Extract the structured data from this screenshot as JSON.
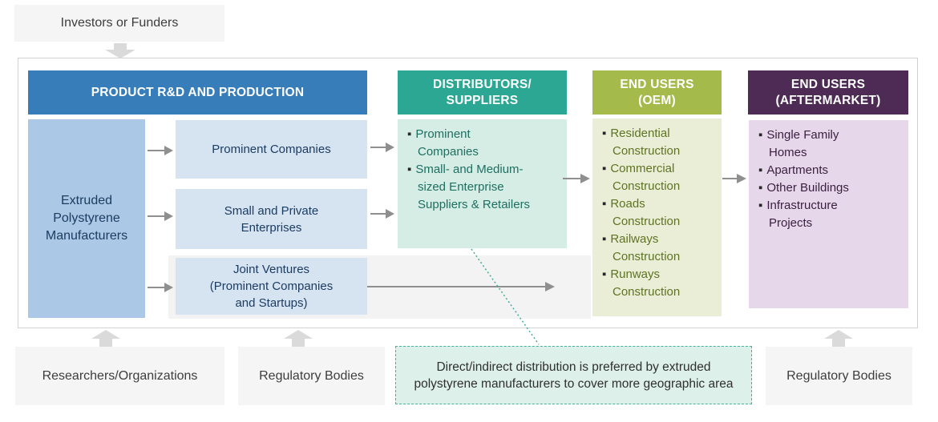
{
  "top": {
    "investors_label": "Investors or Funders"
  },
  "columns": {
    "production": {
      "header": "PRODUCT R&D AND PRODUCTION",
      "manufacturer": "Extruded\nPolystyrene\nManufacturers",
      "entities": [
        "Prominent Companies",
        "Small and Private\nEnterprises",
        "Joint Ventures\n(Prominent Companies\nand Startups)"
      ]
    },
    "distributors": {
      "header_line1": "DISTRIBUTORS/",
      "header_line2": "SUPPLIERS",
      "items": [
        "Prominent\nCompanies",
        "Small- and Medium-\nsized Enterprise\nSuppliers & Retailers"
      ]
    },
    "oem": {
      "header_line1": "END USERS",
      "header_line2": "(OEM)",
      "items": [
        "Residential\nConstruction",
        "Commercial\nConstruction",
        "Roads\nConstruction",
        "Railways\nConstruction",
        "Runways\nConstruction"
      ]
    },
    "aftermarket": {
      "header_line1": "END USERS",
      "header_line2": "(AFTERMARKET)",
      "items": [
        "Single Family\nHomes",
        "Apartments",
        "Other Buildings",
        "Infrastructure\nProjects"
      ]
    }
  },
  "bottom": {
    "researchers_label": "Researchers/Organizations",
    "regulatory_label": "Regulatory Bodies",
    "regulatory_right_label": "Regulatory Bodies",
    "note": "Direct/indirect distribution is preferred by extruded polystyrene manufacturers to cover more geographic area"
  },
  "colors": {
    "production_header_bg": "#377db9",
    "distributors_header_bg": "#2ca793",
    "oem_header_bg": "#a4ba4a",
    "aftermarket_header_bg": "#4d2b54",
    "manufacturer_box_bg": "#abc9e6",
    "entity_box_bg": "#d6e4f2",
    "distributors_box_bg": "#d6ede6",
    "oem_box_bg": "#ebeed6",
    "aftermarket_box_bg": "#e6d8ea",
    "note_bg": "#def0ea",
    "note_border": "#45b29b",
    "gray_box_bg": "#f5f5f5",
    "flow_arrow_color": "#8f8f8f",
    "block_arrow_color": "#dadada"
  }
}
